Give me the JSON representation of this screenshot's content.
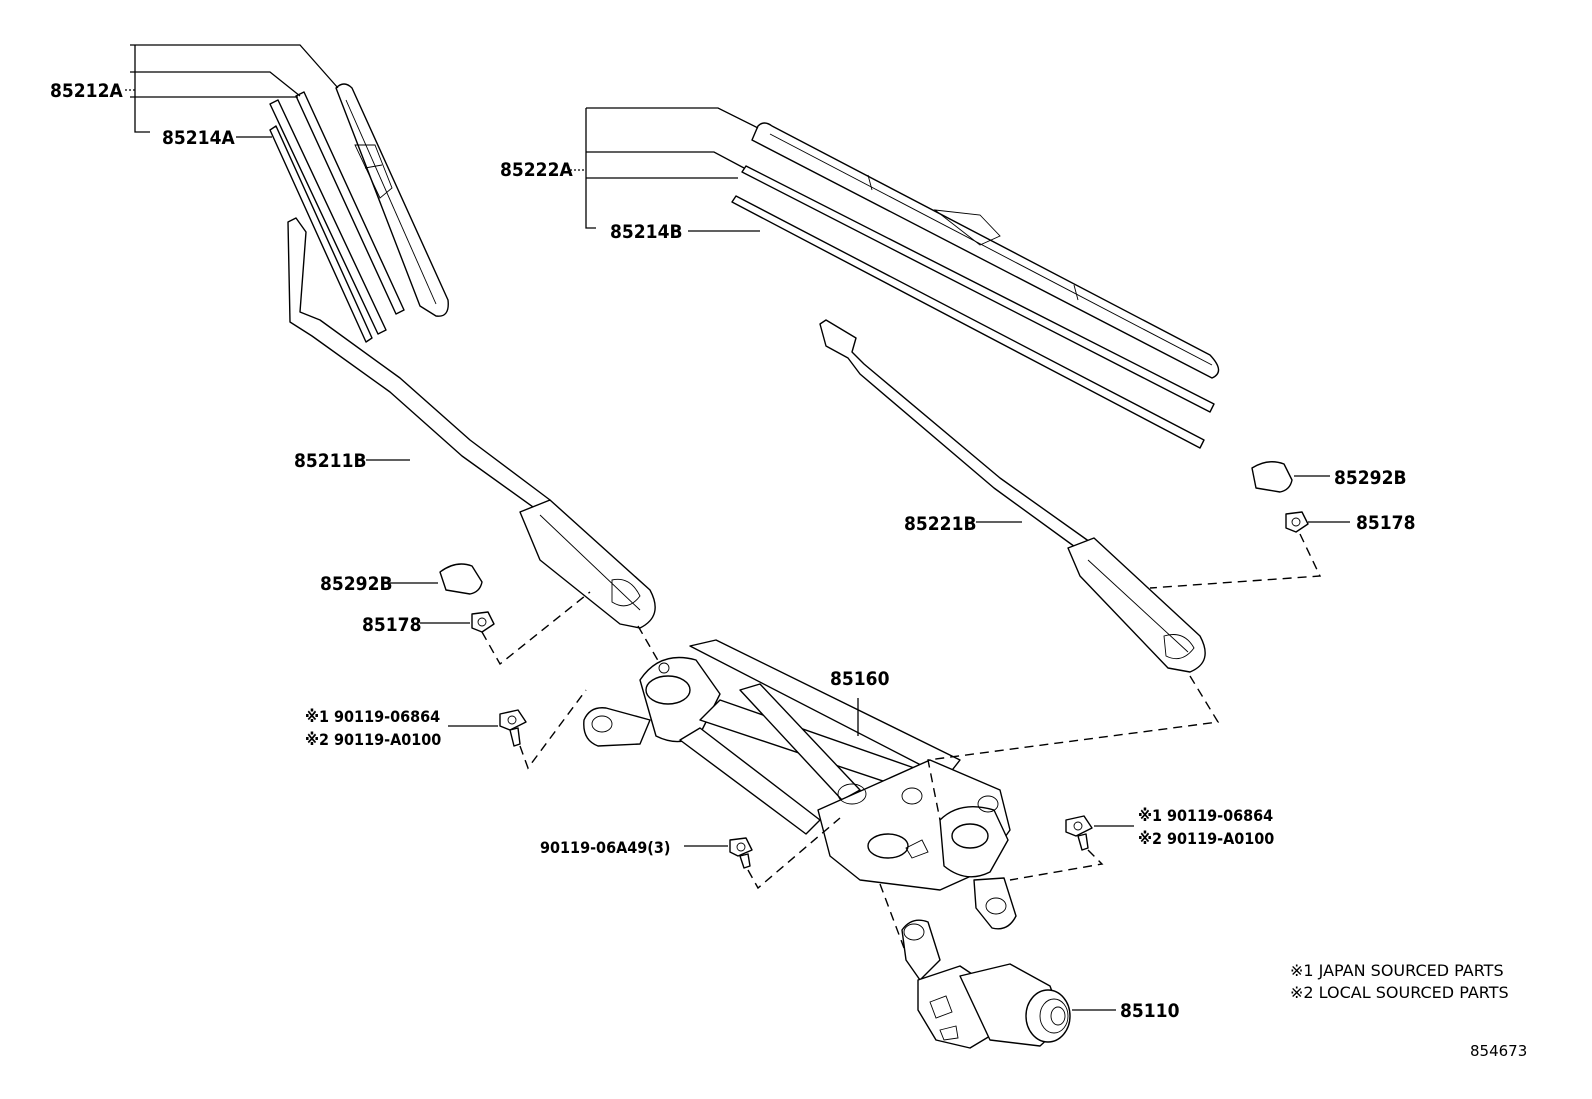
{
  "labels": {
    "l85212A": "85212A",
    "l85214A": "85214A",
    "l85222A": "85222A",
    "l85214B": "85214B",
    "l85211B": "85211B",
    "l85292B_left": "85292B",
    "l85178_left": "85178",
    "l85221B": "85221B",
    "l85292B_right": "85292B",
    "l85178_right": "85178",
    "l85160": "85160",
    "l85110": "85110",
    "bolt_left_1": "※1 90119-06864",
    "bolt_left_2": "※2 90119-A0100",
    "bolt_right_1": "※1 90119-06864",
    "bolt_right_2": "※2 90119-A0100",
    "bolt_center": "90119-06A49(3)"
  },
  "notes": {
    "note1": "※1 JAPAN SOURCED PARTS",
    "note2": "※2 LOCAL SOURCED PARTS"
  },
  "figure_number": "854673"
}
